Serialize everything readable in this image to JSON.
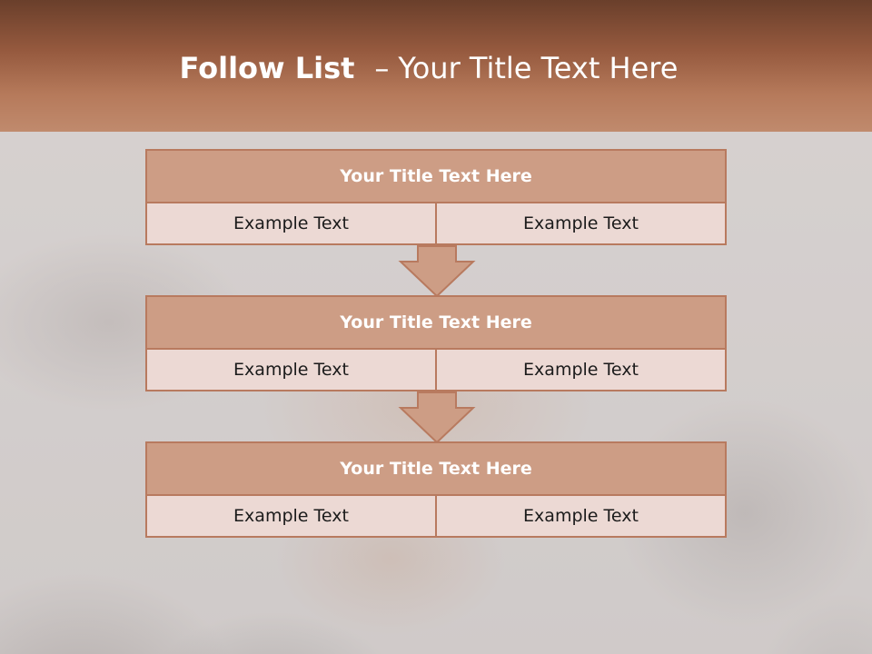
{
  "slide": {
    "title_bold": "Follow List",
    "title_separator": "–",
    "title_rest": "Your Title Text Here"
  },
  "blocks": [
    {
      "heading": "Your Title Text Here",
      "left": "Example Text",
      "right": "Example Text"
    },
    {
      "heading": "Your Title Text Here",
      "left": "Example Text",
      "right": "Example Text"
    },
    {
      "heading": "Your Title Text Here",
      "left": "Example Text",
      "right": "Example Text"
    }
  ],
  "colors": {
    "header_dark": "#6a3f2b",
    "header_light": "#c08a6d",
    "block_heading": "#cd9d85",
    "block_cell": "#ecd9d4",
    "border": "#b87a5f"
  },
  "icons": {
    "connector": "down-arrow-icon"
  }
}
